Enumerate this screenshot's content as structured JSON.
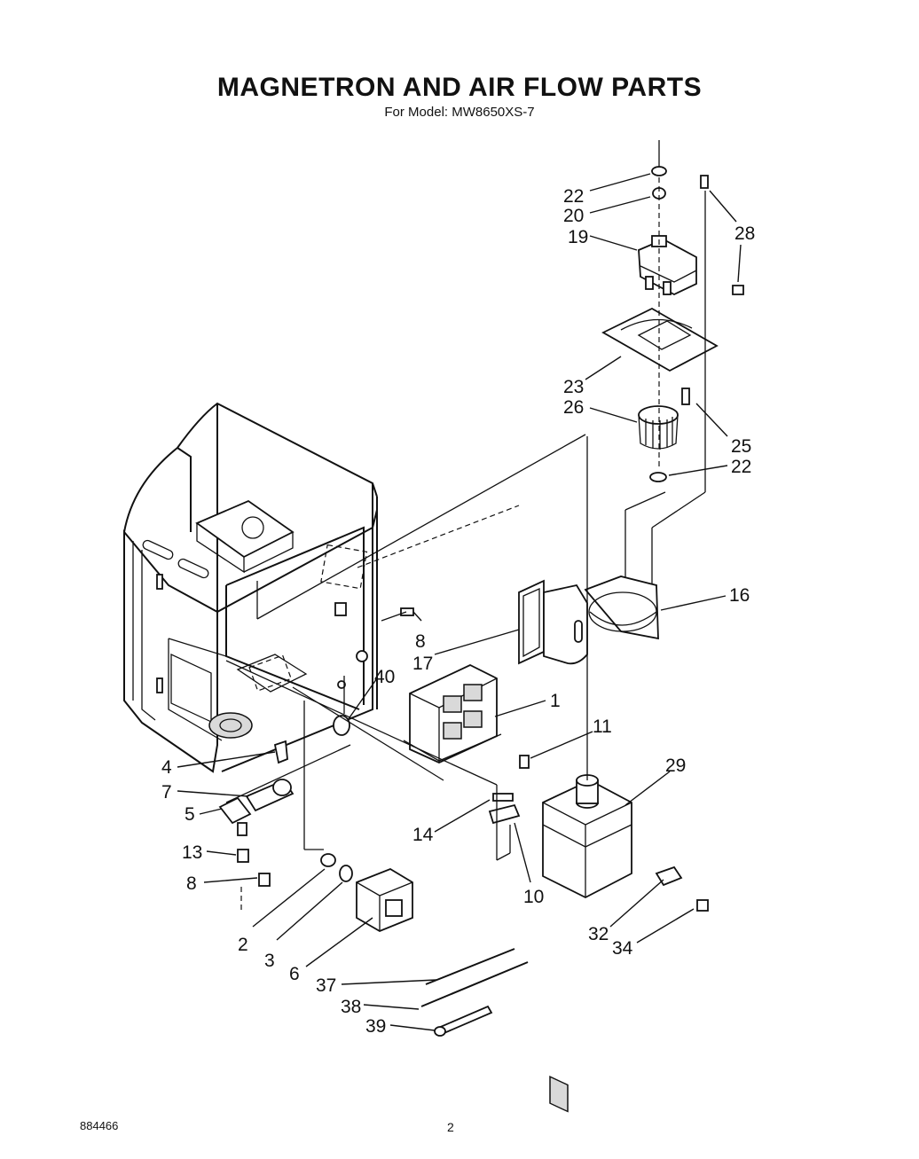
{
  "header": {
    "title": "MAGNETRON AND AIR FLOW PARTS",
    "subtitle": "For Model: MW8650XS-7"
  },
  "callouts": {
    "c1": "1",
    "c2": "2",
    "c3": "3",
    "c4": "4",
    "c5": "5",
    "c6": "6",
    "c7": "7",
    "c8a": "8",
    "c8b": "8",
    "c10": "10",
    "c11": "11",
    "c13": "13",
    "c14": "14",
    "c16": "16",
    "c17": "17",
    "c19": "19",
    "c20": "20",
    "c22a": "22",
    "c22b": "22",
    "c23": "23",
    "c25": "25",
    "c26": "26",
    "c28": "28",
    "c29": "29",
    "c32": "32",
    "c34": "34",
    "c37": "37",
    "c38": "38",
    "c39": "39",
    "c40": "40"
  },
  "footer": {
    "code": "884466",
    "page_number": "2"
  }
}
